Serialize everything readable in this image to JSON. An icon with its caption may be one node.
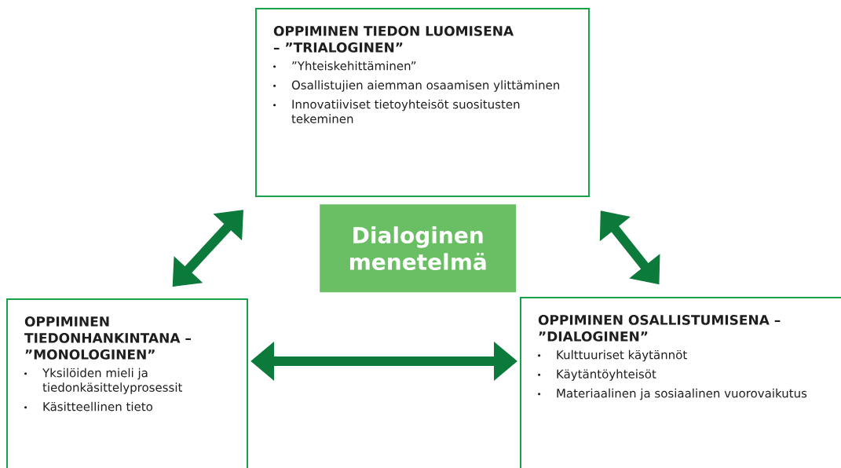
{
  "diagram": {
    "nodes": [
      {
        "text": [
          "OPPIMINEN TIEDON LUOMISENA – ”TRIALOGINEN”",
          "”Yhteiskehittäminen”",
          "Osallistujien aiemman osaamisen ylittäminen",
          "Innovatiiviset tietoyhteisöt suositusten tekeminen"
        ]
      },
      {
        "text": [
          "Dialoginen menetelmä"
        ]
      },
      {
        "text": [
          "OPPIMINEN TIEDONHANKINTANA – ”MONOLOGINEN”",
          "Yksilöiden mieli ja tiedonkäsittelyprosessit",
          "Käsitteellinen tieto"
        ]
      },
      {
        "text": [
          "OPPIMINEN OSALLISTUMISENA – ”DIALOGINEN”",
          "Kulttuuriset käytännöt",
          "Käytäntöyhteisöt",
          "Materiaalinen ja sosiaalinen vuorovaikutus"
        ]
      }
    ],
    "edges": [
      {
        "from": 2,
        "to": 0,
        "arrow": "both"
      },
      {
        "from": 0,
        "to": 3,
        "arrow": "both"
      },
      {
        "from": 2,
        "to": 3,
        "arrow": "both"
      }
    ]
  }
}
